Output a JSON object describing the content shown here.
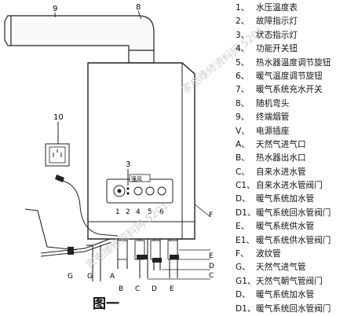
{
  "legend": [
    {
      "key": "1、",
      "text": "水压温度表"
    },
    {
      "key": "2、",
      "text": "故障指示灯"
    },
    {
      "key": "3、",
      "text": "状态指示灯"
    },
    {
      "key": "4、",
      "text": "功能开关钮"
    },
    {
      "key": "5、",
      "text": "热水器温度调节旋钮"
    },
    {
      "key": "6、",
      "text": "暖气温度调节旋钮"
    },
    {
      "key": "7、",
      "text": "暖气系统充水开关"
    },
    {
      "key": "8、",
      "text": "随机弯头"
    },
    {
      "key": "9、",
      "text": "终端烟管"
    },
    {
      "key": "V、",
      "text": "电源插座"
    },
    {
      "key": "A、",
      "text": "天然气进气口"
    },
    {
      "key": "B、",
      "text": "热水器出水口"
    },
    {
      "key": "C、",
      "text": "自来水进水管"
    },
    {
      "key": "C1、",
      "text": "自来水进水管阀门"
    },
    {
      "key": "D、",
      "text": "暖气系统加水管"
    },
    {
      "key": "D1、",
      "text": "暖气系统回水管阀门"
    },
    {
      "key": "E、",
      "text": "暖气系统供水管"
    },
    {
      "key": "E1、",
      "text": "暖气系统供水管阀门"
    },
    {
      "key": "F、",
      "text": "波纹管"
    },
    {
      "key": "G、",
      "text": "天然气进气管"
    },
    {
      "key": "G1、",
      "text": "天然气朝气管阀门"
    },
    {
      "key": "D、",
      "text": "暖气系统加水管"
    },
    {
      "key": "D1、",
      "text": "暖气系统回水管阀门"
    }
  ],
  "caption": "图一",
  "watermark": "家电维修资料网 5201...",
  "labels": {
    "n9": "9",
    "n8": "8",
    "n10": "10",
    "n3": "3",
    "b1": "1",
    "b2": "2",
    "b4": "4",
    "b5": "5",
    "b6": "6",
    "f": "F",
    "e": "E",
    "d": "D",
    "c": "C",
    "bot_g1": "G",
    "bot_g2": "G",
    "bot_a": "A",
    "bot_b": "B",
    "bot_c": "C",
    "bot_d": "D",
    "bot_e": "E",
    "panel_tag": "强风"
  }
}
